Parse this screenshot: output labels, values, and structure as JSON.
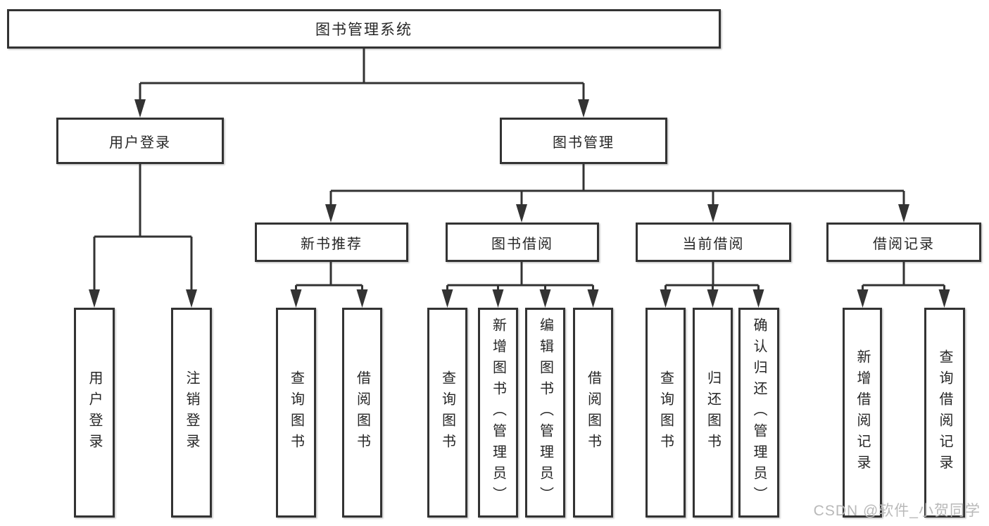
{
  "diagram": {
    "title": "图书管理系统",
    "colors": {
      "line": "#333333",
      "box_border": "#333333",
      "box_background": "#ffffff",
      "text": "#262626",
      "watermark": "#b9b9b9",
      "page_background": "#ffffff"
    },
    "nodes": {
      "root": "图书管理系统",
      "user_login": "用户登录",
      "book_mgmt": "图书管理",
      "new_books": "新书推荐",
      "borrow": "图书借阅",
      "current": "当前借阅",
      "records": "借阅记录",
      "ul_login": "用户登录",
      "ul_logout": "注销登录",
      "nb_query": "查询图书",
      "nb_borrow": "借阅图书",
      "bb_query": "查询图书",
      "bb_add": "新增图书（管理员）",
      "bb_edit": "编辑图书（管理员）",
      "bb_borrow": "借阅图书",
      "cb_query": "查询图书",
      "cb_return": "归还图书",
      "cb_confirm": "确认归还（管理员）",
      "br_add": "新增借阅记录",
      "br_query": "查询借阅记录"
    },
    "edges": [
      {
        "from": "图书管理系统",
        "to": [
          "用户登录",
          "图书管理"
        ]
      },
      {
        "from": "用户登录",
        "to": [
          "用户登录",
          "注销登录"
        ]
      },
      {
        "from": "图书管理",
        "to": [
          "新书推荐",
          "图书借阅",
          "当前借阅",
          "借阅记录"
        ]
      },
      {
        "from": "新书推荐",
        "to": [
          "查询图书",
          "借阅图书"
        ]
      },
      {
        "from": "图书借阅",
        "to": [
          "查询图书",
          "新增图书（管理员）",
          "编辑图书（管理员）",
          "借阅图书"
        ]
      },
      {
        "from": "当前借阅",
        "to": [
          "查询图书",
          "归还图书",
          "确认归还（管理员）"
        ]
      },
      {
        "from": "借阅记录",
        "to": [
          "新增借阅记录",
          "查询借阅记录"
        ]
      }
    ],
    "watermark": "CSDN @软件_小贺同学"
  }
}
